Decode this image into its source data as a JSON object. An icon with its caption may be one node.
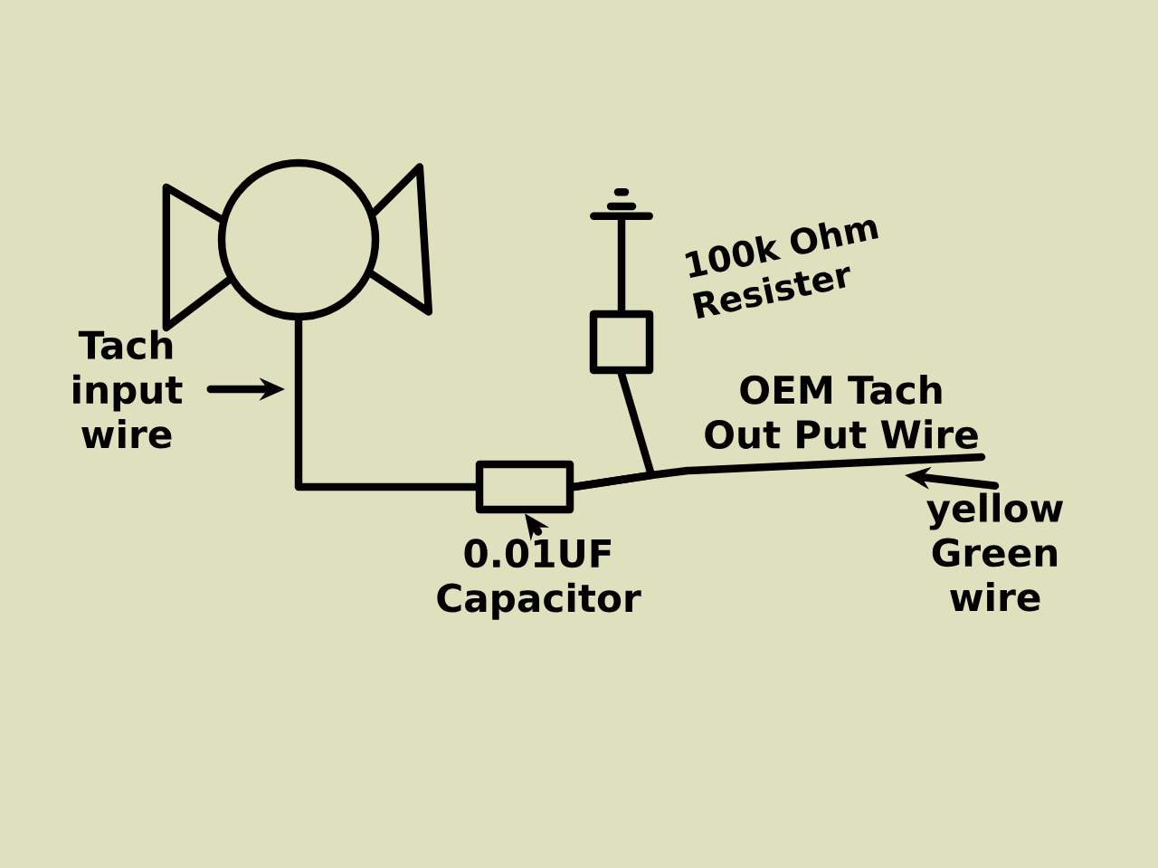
{
  "diagram": {
    "nodes": [
      {
        "text": [],
        "shape": "circle"
      },
      {
        "text": [
          "Tach input wire"
        ]
      },
      {
        "text": [],
        "shape": "box"
      },
      {
        "text": [
          "0.01UF Capacitor"
        ]
      },
      {
        "text": [],
        "shape": "box",
        "beside": [
          "100k Ohm Resister"
        ]
      },
      {
        "text": [],
        "shape": "picture"
      },
      {
        "text": [
          "yellow Green wire"
        ]
      }
    ],
    "edges": [
      {
        "from": 0,
        "to": 2,
        "arrow": "none"
      },
      {
        "from": 2,
        "to": 4,
        "arrow": "none"
      },
      {
        "from": 4,
        "to": 5,
        "arrow": "none"
      },
      {
        "from": 2,
        "to": null,
        "arrow": "none",
        "label": "OEM Tach Out Put Wire"
      },
      {
        "from": 1,
        "to": null,
        "arrow": "to"
      },
      {
        "from": 3,
        "to": 2,
        "arrow": "to"
      },
      {
        "from": 6,
        "to": null,
        "arrow": "to"
      }
    ]
  }
}
